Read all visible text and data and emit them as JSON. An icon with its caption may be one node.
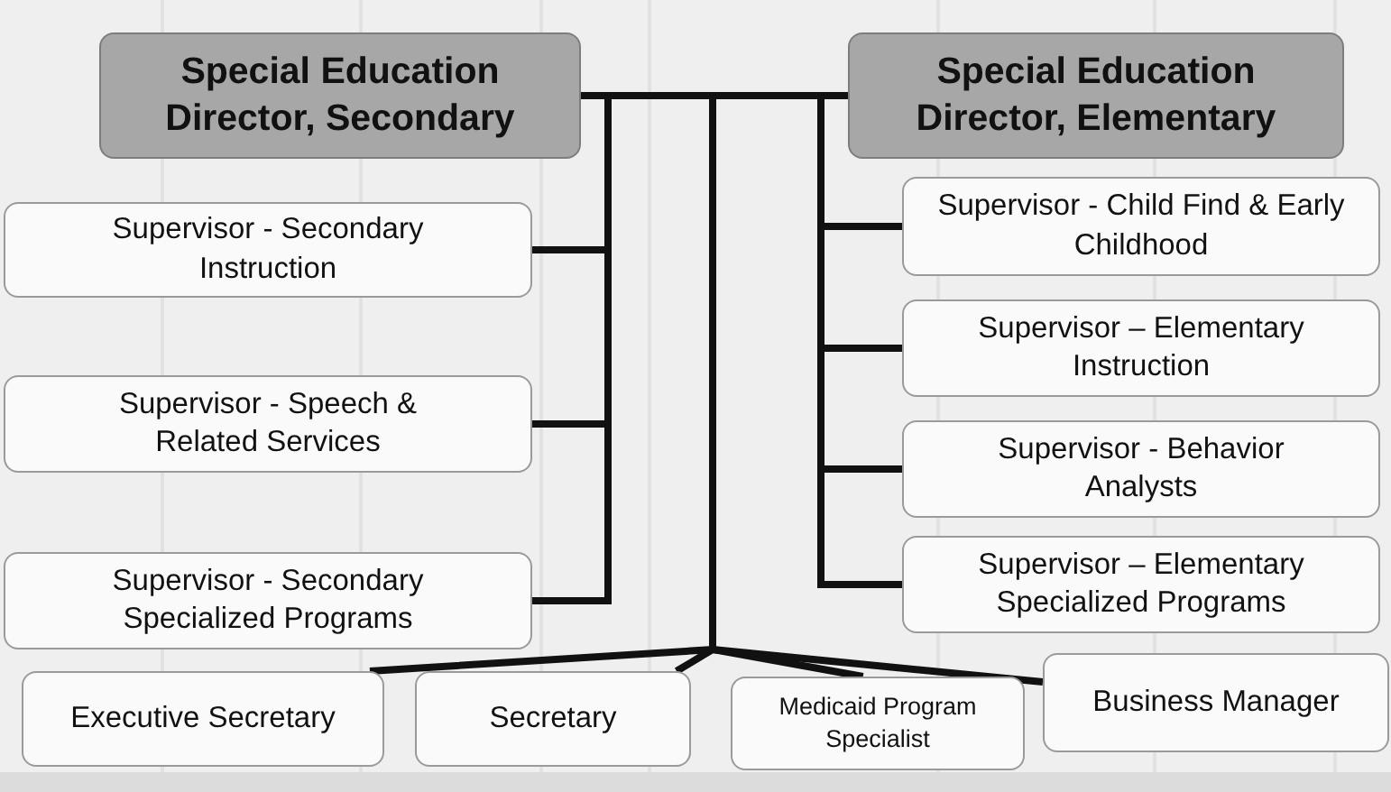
{
  "diagram": {
    "nodes": [
      {
        "text": [
          "Special Education Director, Secondary"
        ]
      },
      {
        "text": [
          "Special Education Director, Elementary"
        ]
      },
      {
        "text": [
          "Supervisor - Secondary Instruction"
        ]
      },
      {
        "text": [
          "Supervisor - Speech & Related Services"
        ]
      },
      {
        "text": [
          "Supervisor - Secondary Specialized Programs"
        ]
      },
      {
        "text": [
          "Supervisor - Child Find & Early Childhood"
        ]
      },
      {
        "text": [
          "Supervisor – Elementary Instruction"
        ]
      },
      {
        "text": [
          "Supervisor - Behavior Analysts"
        ]
      },
      {
        "text": [
          "Supervisor – Elementary Specialized Programs"
        ]
      },
      {
        "text": [
          "Executive Secretary"
        ]
      },
      {
        "text": [
          "Secretary"
        ]
      },
      {
        "text": [
          "Medicaid Program Specialist"
        ]
      },
      {
        "text": [
          "Business Manager"
        ]
      }
    ],
    "edges": [
      {
        "from": 0,
        "to": 1,
        "arrow": "none"
      },
      {
        "from": 0,
        "to": 2,
        "arrow": "none"
      },
      {
        "from": 0,
        "to": 3,
        "arrow": "none"
      },
      {
        "from": 0,
        "to": 4,
        "arrow": "none"
      },
      {
        "from": 1,
        "to": 5,
        "arrow": "none"
      },
      {
        "from": 1,
        "to": 6,
        "arrow": "none"
      },
      {
        "from": 1,
        "to": 7,
        "arrow": "none"
      },
      {
        "from": 1,
        "to": 8,
        "arrow": "none"
      },
      {
        "from": 0,
        "to": 9,
        "arrow": "none"
      },
      {
        "from": 0,
        "to": 10,
        "arrow": "none"
      },
      {
        "from": 0,
        "to": 11,
        "arrow": "none"
      },
      {
        "from": 0,
        "to": 12,
        "arrow": "none"
      }
    ]
  }
}
